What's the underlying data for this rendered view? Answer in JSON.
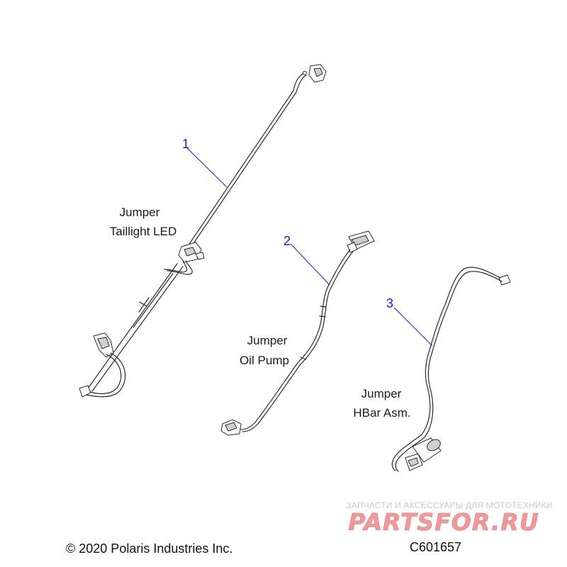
{
  "colors": {
    "callout": "#1a1acc",
    "watermark": "#ef9a9a",
    "line": "#2a2a2a"
  },
  "parts": [
    {
      "number": "1",
      "name_line1": "Jumper",
      "name_line2": "Taillight LED"
    },
    {
      "number": "2",
      "name_line1": "Jumper",
      "name_line2": "Oil Pump"
    },
    {
      "number": "3",
      "name_line1": "Jumper",
      "name_line2": "HBar Asm."
    }
  ],
  "watermark": {
    "tagline": "ЗАПЧАСТИ И АКСЕССУАРЫ ДЛЯ МОТОТЕХНИКИ",
    "logo": "PARTSFOR.RU"
  },
  "footer": {
    "copyright": "© 2020 Polaris Industries Inc.",
    "diagram_code": "C601657"
  }
}
